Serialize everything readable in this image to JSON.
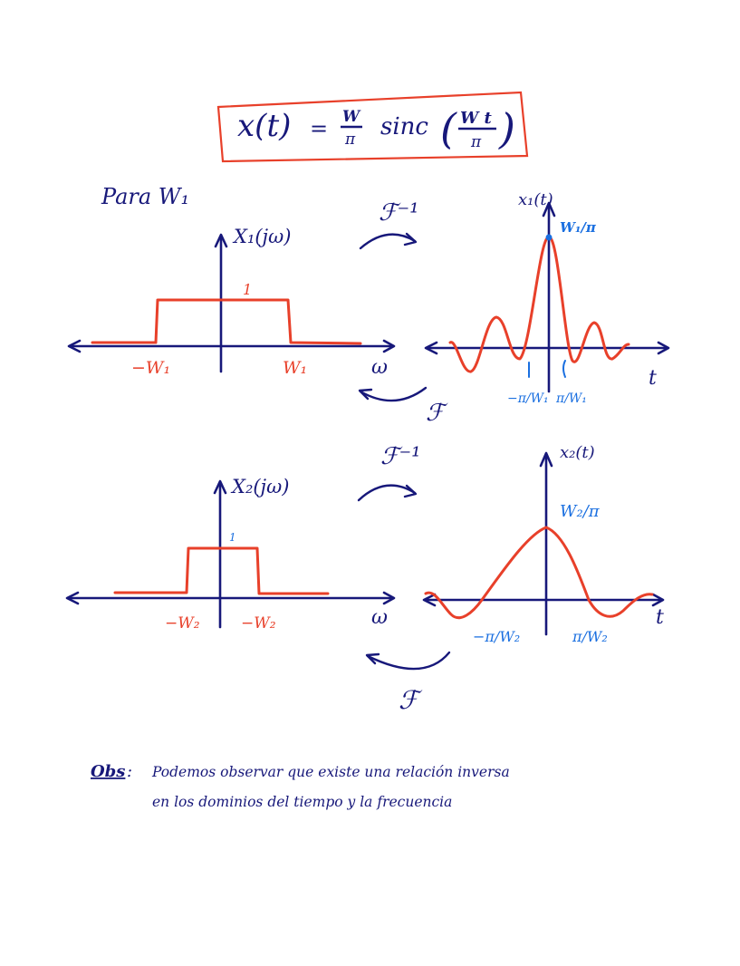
{
  "formula": {
    "lhs": "x(t)",
    "equals": "=",
    "coef_num": "W",
    "coef_den": "π",
    "func": "sinc",
    "arg_num": "W t",
    "arg_den": "π",
    "box_color": "#e8402a"
  },
  "case_label": "Para W₁",
  "section1": {
    "freq_title": "X₁(jω)",
    "freq_height": "1",
    "freq_neg": "−W₁",
    "freq_pos": "W₁",
    "freq_axis": "ω",
    "inverse_op": "ℱ⁻¹",
    "forward_op": "ℱ",
    "time_title": "x₁(t)",
    "time_peak": "W₁/π",
    "time_neg_zero": "−π/W₁",
    "time_pos_zero": "π/W₁",
    "time_axis": "t"
  },
  "section2": {
    "freq_title": "X₂(jω)",
    "freq_height": "1",
    "freq_neg": "−W₂",
    "freq_pos": "−W₂",
    "freq_axis": "ω",
    "inverse_op": "ℱ⁻¹",
    "forward_op": "ℱ",
    "time_title": "x₂(t)",
    "time_peak": "W₂/π",
    "time_neg_zero": "−π/W₂",
    "time_pos_zero": "π/W₂",
    "time_axis": "t"
  },
  "conclusion": {
    "prefix": "Obs",
    "line1": "Podemos observar que existe una relación inversa",
    "line2": "en los dominios del tiempo y la frecuencia"
  },
  "colors": {
    "ink": "#17187a",
    "signal": "#e8402a",
    "annotation": "#1a6fe0"
  }
}
